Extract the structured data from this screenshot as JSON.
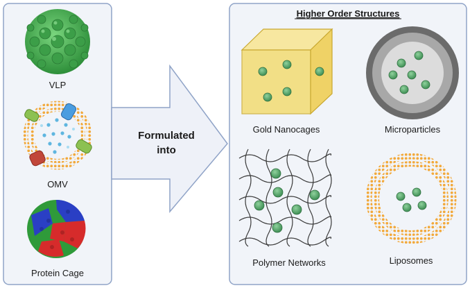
{
  "left_panel": {
    "items": [
      {
        "label": "VLP"
      },
      {
        "label": "OMV"
      },
      {
        "label": "Protein Cage"
      }
    ]
  },
  "arrow": {
    "line1": "Formulated",
    "line2": "into"
  },
  "right_panel": {
    "title": "Higher Order Structures",
    "items": [
      {
        "label": "Gold Nanocages"
      },
      {
        "label": "Microparticles"
      },
      {
        "label": "Polymer Networks"
      },
      {
        "label": "Liposomes"
      }
    ]
  },
  "colors": {
    "panel_fill": "#f1f4f9",
    "panel_border": "#8fa3c7",
    "vlp_green": "#4caf50",
    "particle_green": "#5aa86a",
    "cage_gold": "#f3dc73",
    "cage_gold_edge": "#c9a830",
    "membrane_orange": "#f2a93b",
    "microparticle_outer": "#6b6b6b",
    "microparticle_ring": "#a8a8a8",
    "microparticle_core": "#dcdcdc",
    "protein_blue": "#2a3fc4",
    "protein_red": "#d62b2b",
    "protein_green": "#2f9a3a"
  }
}
